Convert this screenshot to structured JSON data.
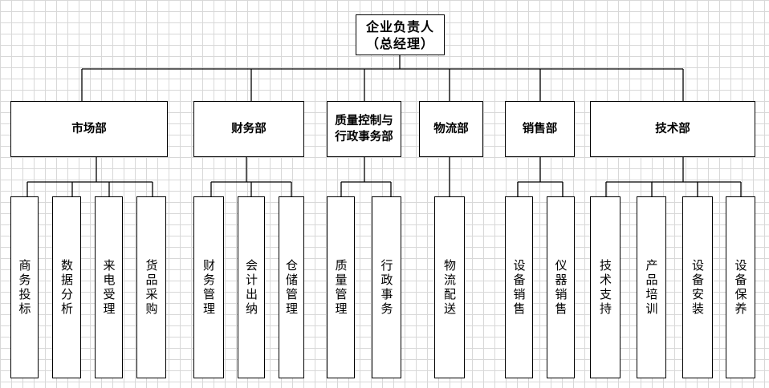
{
  "root": {
    "line1": "企业负责人",
    "line2": "（总经理）"
  },
  "departments": [
    {
      "id": "market",
      "label": "市场部",
      "units": [
        "商务投标",
        "数据分析",
        "来电受理",
        "货品采购"
      ]
    },
    {
      "id": "finance",
      "label": "财务部",
      "units": [
        "财务管理",
        "会计出纳",
        "仓储管理"
      ]
    },
    {
      "id": "quality-admin",
      "label": "质量控制与行政事务部",
      "units": [
        "质量管理",
        "行政事务"
      ]
    },
    {
      "id": "logistics",
      "label": "物流部",
      "units": [
        "物流配送"
      ]
    },
    {
      "id": "sales",
      "label": "销售部",
      "units": [
        "设备销售",
        "仪器销售"
      ]
    },
    {
      "id": "tech",
      "label": "技术部",
      "units": [
        "技术支持",
        "产品培训",
        "设备安装",
        "设备保养"
      ]
    }
  ]
}
